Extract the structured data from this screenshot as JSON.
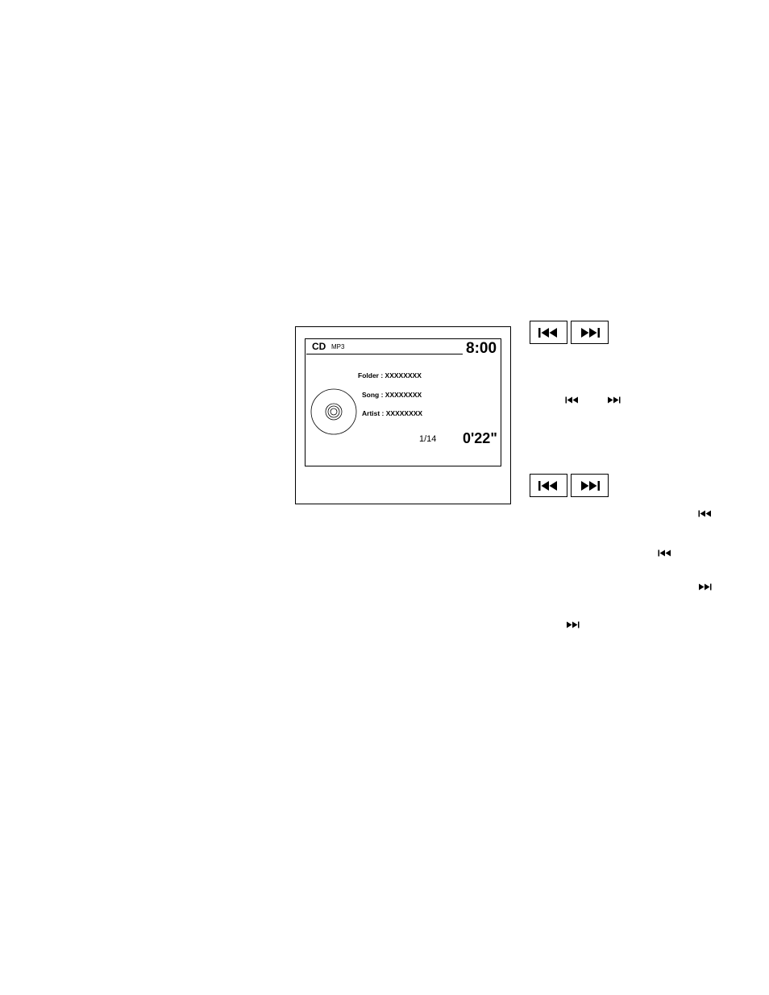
{
  "display": {
    "source": "CD",
    "format": "MP3",
    "clock": "8:00",
    "folder": "Folder : XXXXXXXX",
    "song": "Song : XXXXXXXX",
    "artist": "Artist : XXXXXXXX",
    "track": "1/14",
    "elapsed": "0'22\""
  },
  "icons": {
    "previous": "skip-back-icon",
    "next": "skip-forward-icon",
    "disc": "disc-icon"
  }
}
